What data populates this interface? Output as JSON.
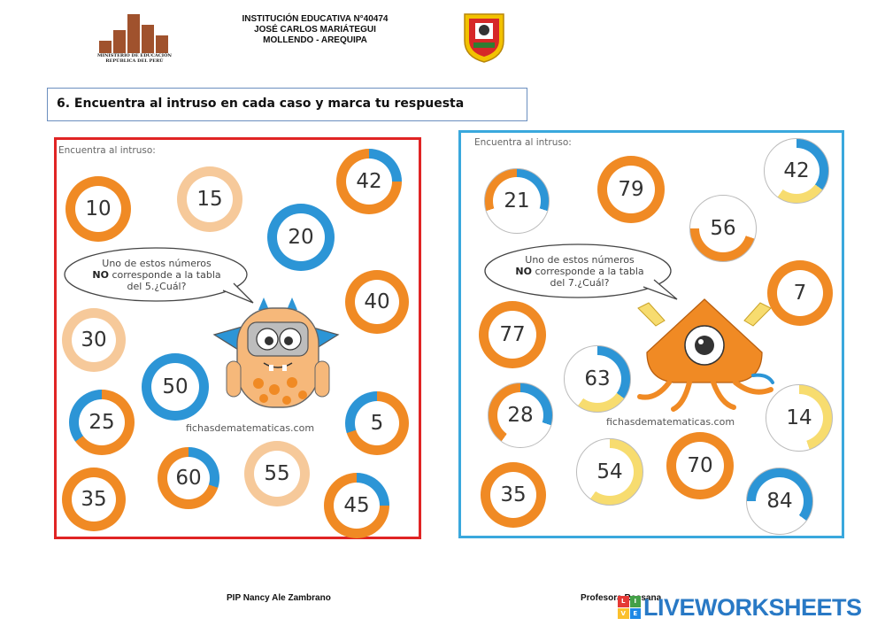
{
  "header": {
    "ministry_text": "MINISTERIO DE EDUCACIÓN REPÚBLICA DEL PERÚ",
    "school_line1": "INSTITUCIÓN EDUCATIVA N°40474",
    "school_line2": "JOSÉ CARLOS MARIÁTEGUI",
    "school_line3": "MOLLENDO - AREQUIPA"
  },
  "instruction": "6. Encuentra al intruso en cada caso y marca tu respuesta",
  "left_panel": {
    "label": "Encuentra al intruso:",
    "bubble_line1": "Uno de estos números",
    "bubble_no": "NO",
    "bubble_line2_rest": "corresponde a la tabla",
    "bubble_line3": "del 5.¿Cuál?",
    "website": "fichasdematematicas.com",
    "numbers": [
      "10",
      "15",
      "42",
      "20",
      "40",
      "30",
      "50",
      "25",
      "5",
      "60",
      "55",
      "35",
      "45"
    ]
  },
  "right_panel": {
    "label": "Encuentra al intruso:",
    "bubble_line1": "Uno de estos números",
    "bubble_no": "NO",
    "bubble_line2_rest": "corresponde a la tabla",
    "bubble_line3": "del 7.¿Cuál?",
    "website": "fichasdematematicas.com",
    "numbers": [
      "21",
      "79",
      "42",
      "56",
      "7",
      "77",
      "63",
      "28",
      "14",
      "54",
      "70",
      "35",
      "84"
    ]
  },
  "footer": {
    "teacher_left": "PIP Nancy Ale Zambrano",
    "teacher_right": "Profesora Rossana",
    "brand": "LIVEWORKSHEETS"
  },
  "colors": {
    "orange": "#f08a24",
    "light_orange": "#f6c99a",
    "blue": "#2c95d6",
    "yellow": "#f7dc6f",
    "red_border": "#e02424",
    "blue_border": "#3aa8dd",
    "brand_blue": "#2979c5"
  }
}
